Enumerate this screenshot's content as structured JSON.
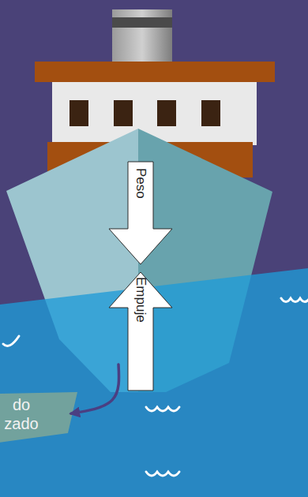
{
  "diagram": {
    "nodes": [
      {
        "text": [
          "Peso"
        ]
      },
      {
        "text": [
          "Empuje"
        ]
      },
      {
        "text": [
          "do zado"
        ]
      }
    ],
    "edges": [
      {
        "from": 1,
        "to": 2,
        "arrow": "to"
      }
    ]
  }
}
